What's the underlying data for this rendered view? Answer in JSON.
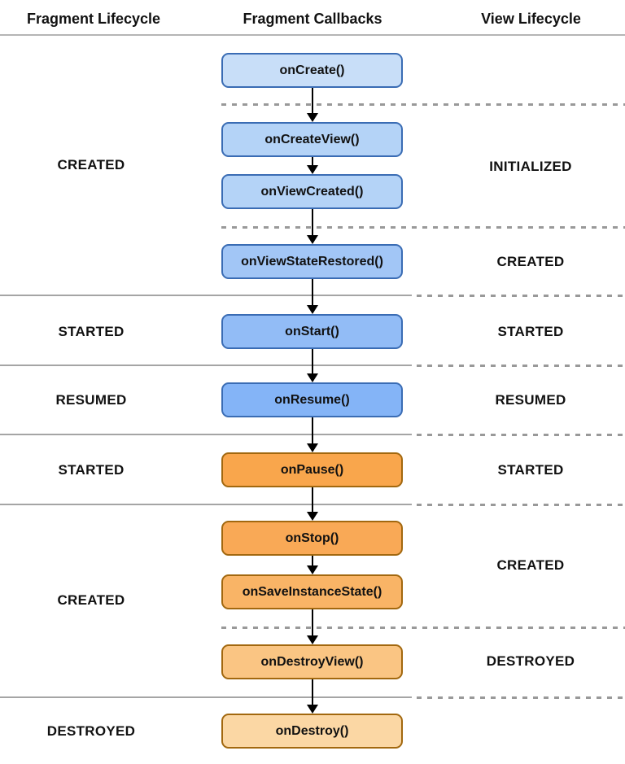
{
  "header": {
    "columns": [
      "Fragment Lifecycle",
      "Fragment Callbacks",
      "View Lifecycle"
    ]
  },
  "fragment_lifecycle_states": [
    {
      "label": "CREATED"
    },
    {
      "label": "STARTED"
    },
    {
      "label": "RESUMED"
    },
    {
      "label": "STARTED"
    },
    {
      "label": "CREATED"
    },
    {
      "label": "DESTROYED"
    }
  ],
  "view_lifecycle_states": [
    {
      "label": "INITIALIZED"
    },
    {
      "label": "CREATED"
    },
    {
      "label": "STARTED"
    },
    {
      "label": "RESUMED"
    },
    {
      "label": "STARTED"
    },
    {
      "label": "CREATED"
    },
    {
      "label": "DESTROYED"
    }
  ],
  "callbacks": [
    {
      "label": "onCreate()",
      "fill": "#c8def8",
      "border": "#3a6cb4"
    },
    {
      "label": "onCreateView()",
      "fill": "#b4d3f7",
      "border": "#3a6cb4"
    },
    {
      "label": "onViewCreated()",
      "fill": "#b4d3f7",
      "border": "#3a6cb4"
    },
    {
      "label": "onViewStateRestored()",
      "fill": "#a2c6f6",
      "border": "#3a6cb4"
    },
    {
      "label": "onStart()",
      "fill": "#92bcf6",
      "border": "#3a6cb4"
    },
    {
      "label": "onResume()",
      "fill": "#84b4f7",
      "border": "#3a6cb4"
    },
    {
      "label": "onPause()",
      "fill": "#f9a64c",
      "border": "#a2680f"
    },
    {
      "label": "onStop()",
      "fill": "#f9a956",
      "border": "#a2680f"
    },
    {
      "label": "onSaveInstanceState()",
      "fill": "#f9b466",
      "border": "#a2680f"
    },
    {
      "label": "onDestroyView()",
      "fill": "#fac583",
      "border": "#a2680f"
    },
    {
      "label": "onDestroy()",
      "fill": "#fbd7a4",
      "border": "#a2680f"
    }
  ],
  "colors": {
    "header_line": "#b5b5b5",
    "solid_line": "#a5a5a5",
    "dashed_line": "#999999",
    "arrow": "#000000",
    "text": "#111111",
    "background": "#ffffff"
  }
}
